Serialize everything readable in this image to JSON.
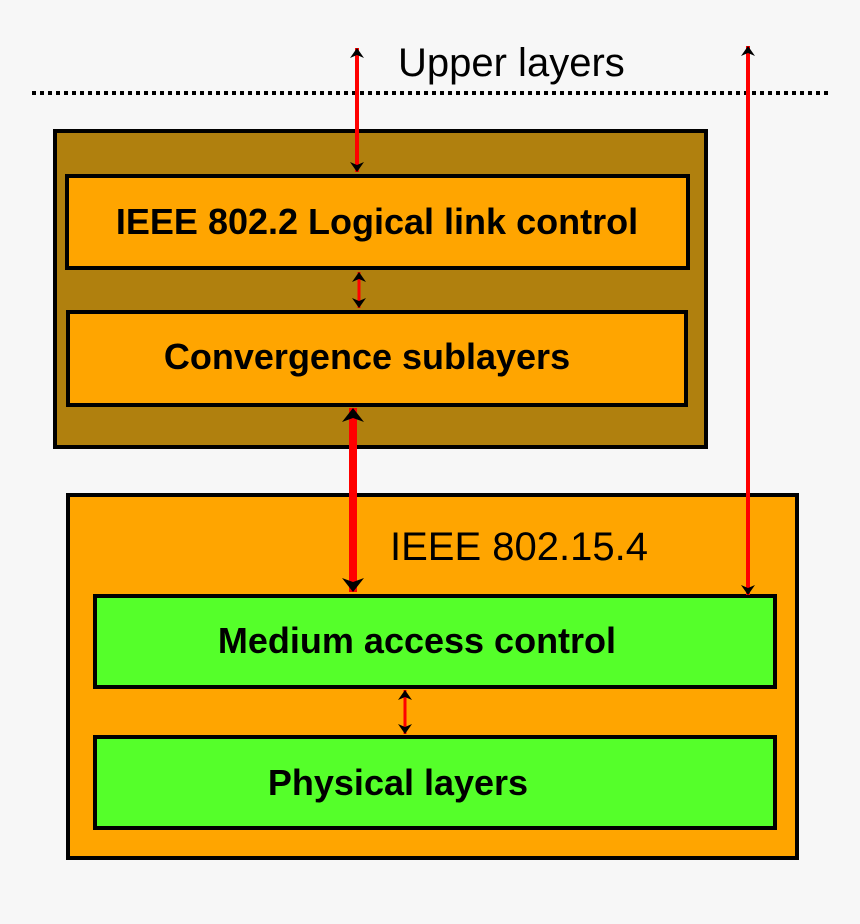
{
  "diagram": {
    "upper_label": "Upper layers",
    "llc_label": "IEEE 802.2 Logical link control",
    "convergence_label": "Convergence sublayers",
    "ieee_label": "IEEE 802.15.4",
    "mac_label": "Medium access control",
    "phy_label": "Physical layers"
  },
  "colors": {
    "background": "#f7f7f7",
    "outer_top_box": "#b0800e",
    "inner_boxes": "#ffa500",
    "outer_bottom_box": "#ffa500",
    "green_boxes": "#55ff2a",
    "arrow": "#ff0000",
    "stroke": "#000000"
  }
}
